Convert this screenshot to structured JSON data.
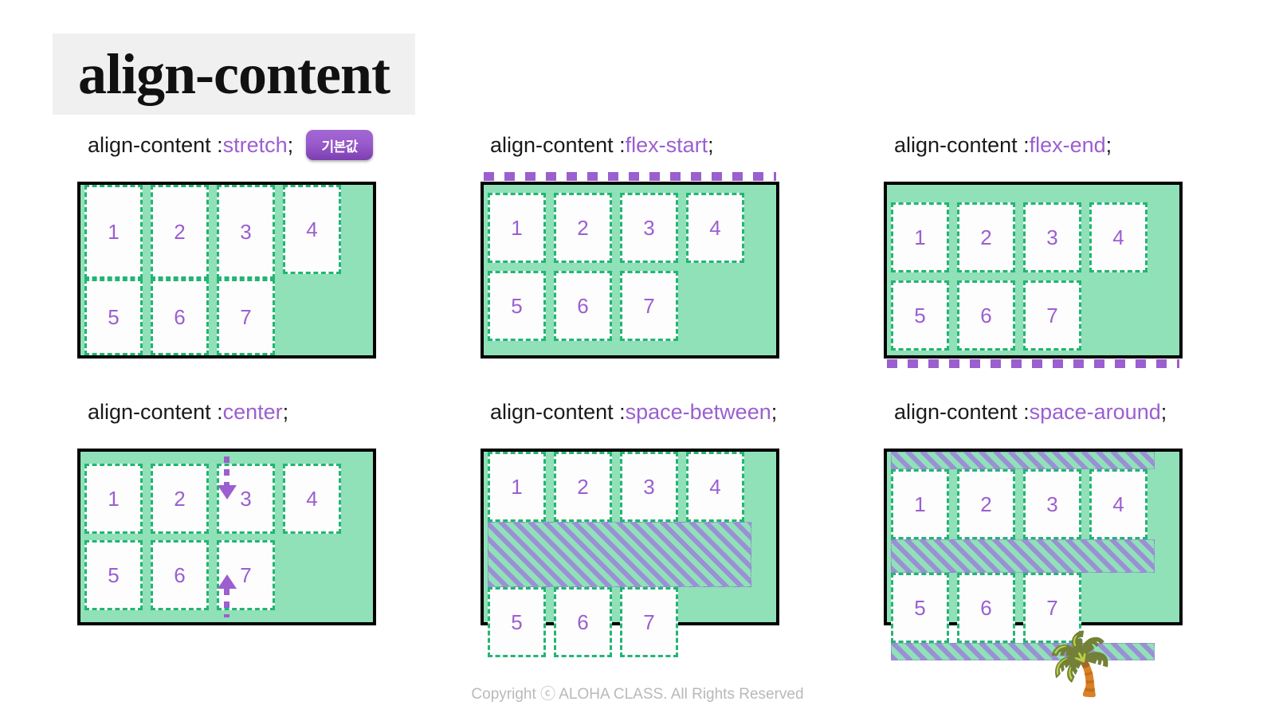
{
  "title": "align-content",
  "default_badge": "기본값",
  "property_name": "align-content : ",
  "semicolon": ";",
  "items": [
    "1",
    "2",
    "3",
    "4",
    "5",
    "6",
    "7"
  ],
  "panels": [
    {
      "id": "stretch",
      "value": "stretch",
      "has_badge": true,
      "marker": "none"
    },
    {
      "id": "flex-start",
      "value": "flex-start",
      "has_badge": false,
      "marker": "dashbar-top"
    },
    {
      "id": "flex-end",
      "value": "flex-end",
      "has_badge": false,
      "marker": "dashbar-bottom"
    },
    {
      "id": "center",
      "value": "center",
      "has_badge": false,
      "marker": "arrows"
    },
    {
      "id": "space-between",
      "value": "space-between",
      "has_badge": false,
      "marker": "hatch-middle"
    },
    {
      "id": "space-around",
      "value": "space-around",
      "has_badge": false,
      "marker": "hatch-around"
    }
  ],
  "footer": "Copyright ⓒ ALOHA CLASS. All Rights Reserved",
  "palm_icon": "🌴",
  "colors": {
    "container_bg": "#90e0b8",
    "container_border": "#000000",
    "item_bg": "#fdfdfd",
    "item_border": "#22b573",
    "accent_purple": "#9b5fd0",
    "hatch_purple": "#9b8fd6",
    "title_bg": "#f0f0f0",
    "footer_text": "#b9b9b9"
  }
}
